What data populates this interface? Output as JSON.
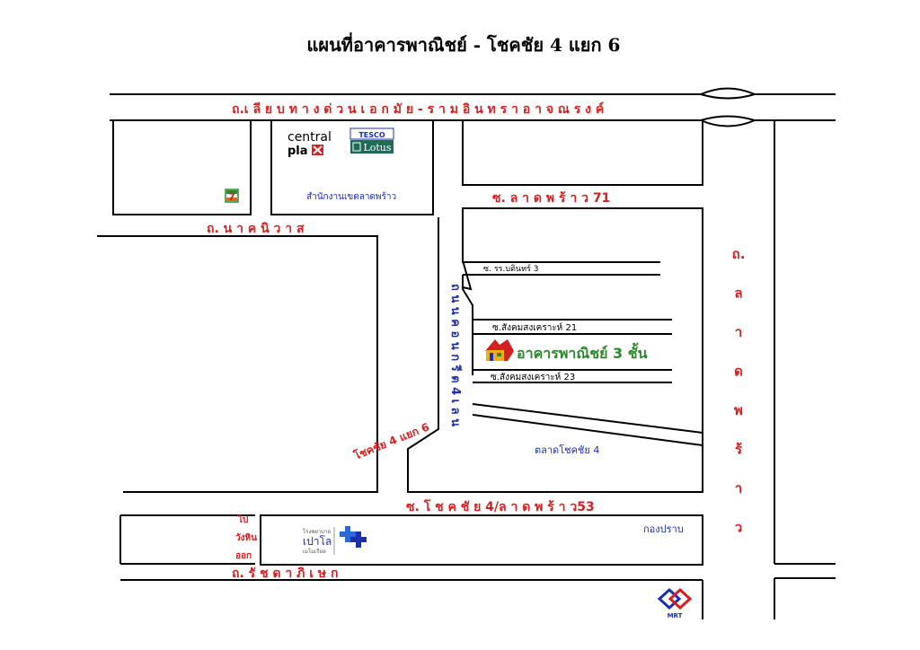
{
  "title": "แผนที่อาคารพาณิชย์ - โชคชัย 4 แยก 6",
  "roads": {
    "top": "ถ.เ ลี ย บ ท า ง ด่ ว น เ อ ก มั ย - ร า ม อิ น ท ร า อ า จ ณ ร ง ค์",
    "nak_niwat": "ถ. น า ค นิ ว า ส",
    "soi_ladprao_71": "ซ. ล า ด พ ร้ า ว 71",
    "ladprao_chars": [
      "ถ.",
      "ล",
      "า",
      "ด",
      "พ",
      "ร้",
      "า",
      "ว"
    ],
    "nuan_chan": "ถ น น ค อ น ก รี ต 4 เ ล น",
    "chokchai4_yaek6": "โชคชัย 4 แยก 6",
    "soi_chokchai4": "ซ. โ ช ค ชั ย 4/ล า ด พ ร้ า ว53",
    "ratchadaphisek": "ถ. รั ช ด า ภิ เ ษ ก",
    "soi_ror_bandit": "ซ. รร.บดินทร์ 3",
    "soi_sangkhom_21": "ซ.สังคมสงเคราะห์ 21",
    "soi_sangkhom_23": "ซ.สังคมสงเคราะห์ 23"
  },
  "landmarks": {
    "central_line1": "central",
    "central_line2": "pla  a",
    "tesco_top": "TESCO",
    "tesco_bottom": "Lotus",
    "district_office": "สำนักงานเขตลาดพร้าว",
    "seven_eleven": "7",
    "target": "อาคารพาณิชย์ 3 ชั้น",
    "market": "ตลาดโชคชัย 4",
    "police": "กองปราบ",
    "hospital_line1": "โรงพยาบาล",
    "hospital_line2": "เปาโล",
    "hospital_line3": "เมโมเรียล",
    "to_wangnoi_1": "ไป",
    "to_wangnoi_2": "วังหิน",
    "to_wangnoi_3": "ออก",
    "mrt": "MRT"
  },
  "colors": {
    "road_label_red": "#d42020",
    "blue_label": "#1a2fb0",
    "target_green": "#2a8a2a",
    "black": "#000000"
  }
}
